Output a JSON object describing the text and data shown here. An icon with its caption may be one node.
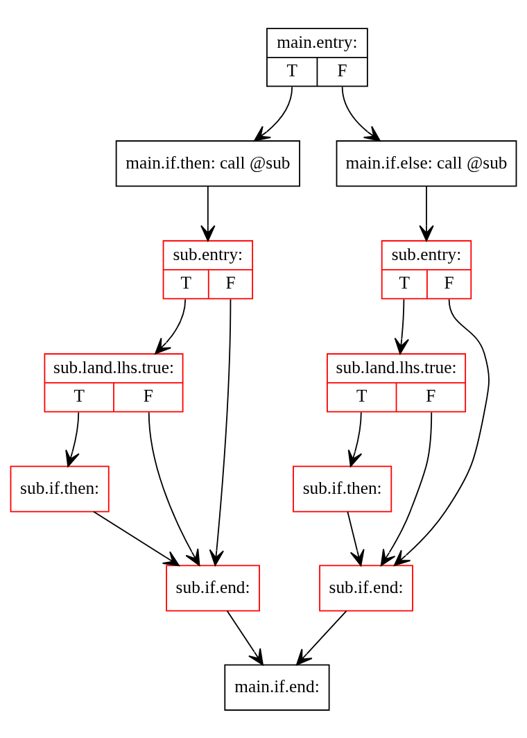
{
  "diagram": {
    "nodes": [
      {
        "text": [
          "main.entry:",
          "T",
          "F"
        ]
      },
      {
        "text": [
          "main.if.then: call @sub"
        ]
      },
      {
        "text": [
          "main.if.else: call @sub"
        ]
      },
      {
        "text": [
          "sub.entry:",
          "T",
          "F"
        ]
      },
      {
        "text": [
          "sub.land.lhs.true:",
          "T",
          "F"
        ]
      },
      {
        "text": [
          "sub.if.then:"
        ]
      },
      {
        "text": [
          "sub.if.end:"
        ]
      },
      {
        "text": [
          "sub.entry:",
          "T",
          "F"
        ]
      },
      {
        "text": [
          "sub.land.lhs.true:",
          "T",
          "F"
        ]
      },
      {
        "text": [
          "sub.if.then:"
        ]
      },
      {
        "text": [
          "sub.if.end:"
        ]
      },
      {
        "text": [
          "main.if.end:"
        ]
      }
    ],
    "edges": [
      {
        "from": 0,
        "to": 1,
        "arrow": "to"
      },
      {
        "from": 0,
        "to": 2,
        "arrow": "to"
      },
      {
        "from": 1,
        "to": 3,
        "arrow": "to"
      },
      {
        "from": 2,
        "to": 7,
        "arrow": "to"
      },
      {
        "from": 3,
        "to": 4,
        "arrow": "to"
      },
      {
        "from": 3,
        "to": 6,
        "arrow": "to"
      },
      {
        "from": 4,
        "to": 5,
        "arrow": "to"
      },
      {
        "from": 4,
        "to": 6,
        "arrow": "to"
      },
      {
        "from": 5,
        "to": 6,
        "arrow": "to"
      },
      {
        "from": 7,
        "to": 8,
        "arrow": "to"
      },
      {
        "from": 7,
        "to": 10,
        "arrow": "to"
      },
      {
        "from": 8,
        "to": 9,
        "arrow": "to"
      },
      {
        "from": 8,
        "to": 10,
        "arrow": "to"
      },
      {
        "from": 9,
        "to": 10,
        "arrow": "to"
      },
      {
        "from": 6,
        "to": 11,
        "arrow": "to"
      },
      {
        "from": 10,
        "to": 11,
        "arrow": "to"
      }
    ]
  }
}
